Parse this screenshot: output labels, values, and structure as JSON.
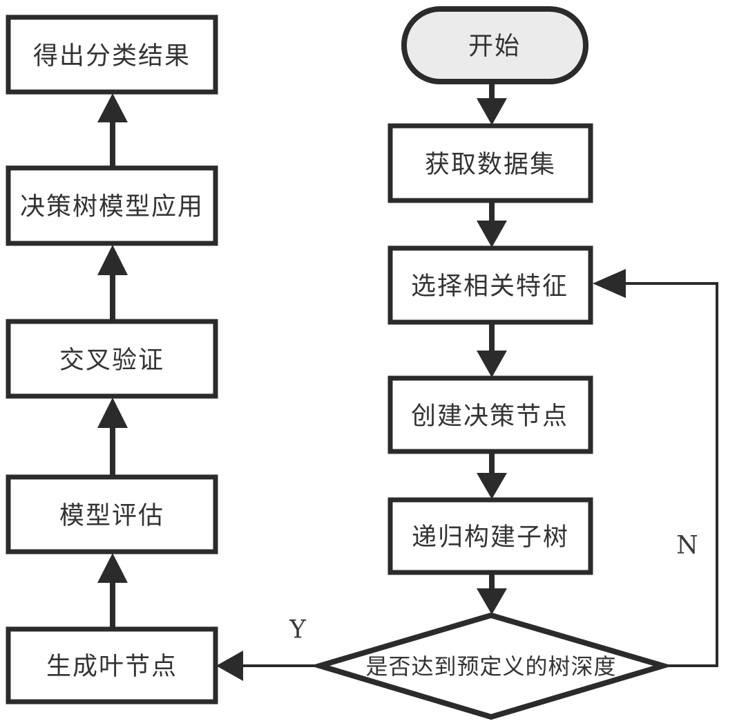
{
  "diagram": {
    "type": "flowchart",
    "subject": "decision-tree-classification-process",
    "colors": {
      "stroke": "#2b2b2b",
      "process_fill": "#ffffff",
      "terminal_fill": "#ebebeb",
      "text": "#333333",
      "background": "#ffffff"
    },
    "nodes": {
      "start": {
        "label": "开始",
        "type": "terminal"
      },
      "get_dataset": {
        "label": "获取数据集",
        "type": "process"
      },
      "select_features": {
        "label": "选择相关特征",
        "type": "process"
      },
      "create_decision_node": {
        "label": "创建决策节点",
        "type": "process"
      },
      "build_subtree": {
        "label": "递归构建子树",
        "type": "process"
      },
      "depth_check": {
        "label": "是否达到预定义的树深度",
        "type": "decision"
      },
      "generate_leaf": {
        "label": "生成叶节点",
        "type": "process"
      },
      "model_evaluation": {
        "label": "模型评估",
        "type": "process"
      },
      "cross_validation": {
        "label": "交叉验证",
        "type": "process"
      },
      "apply_model": {
        "label": "决策树模型应用",
        "type": "process"
      },
      "classification_result": {
        "label": "得出分类结果",
        "type": "process"
      }
    },
    "edge_labels": {
      "yes": "Y",
      "no": "N"
    }
  }
}
